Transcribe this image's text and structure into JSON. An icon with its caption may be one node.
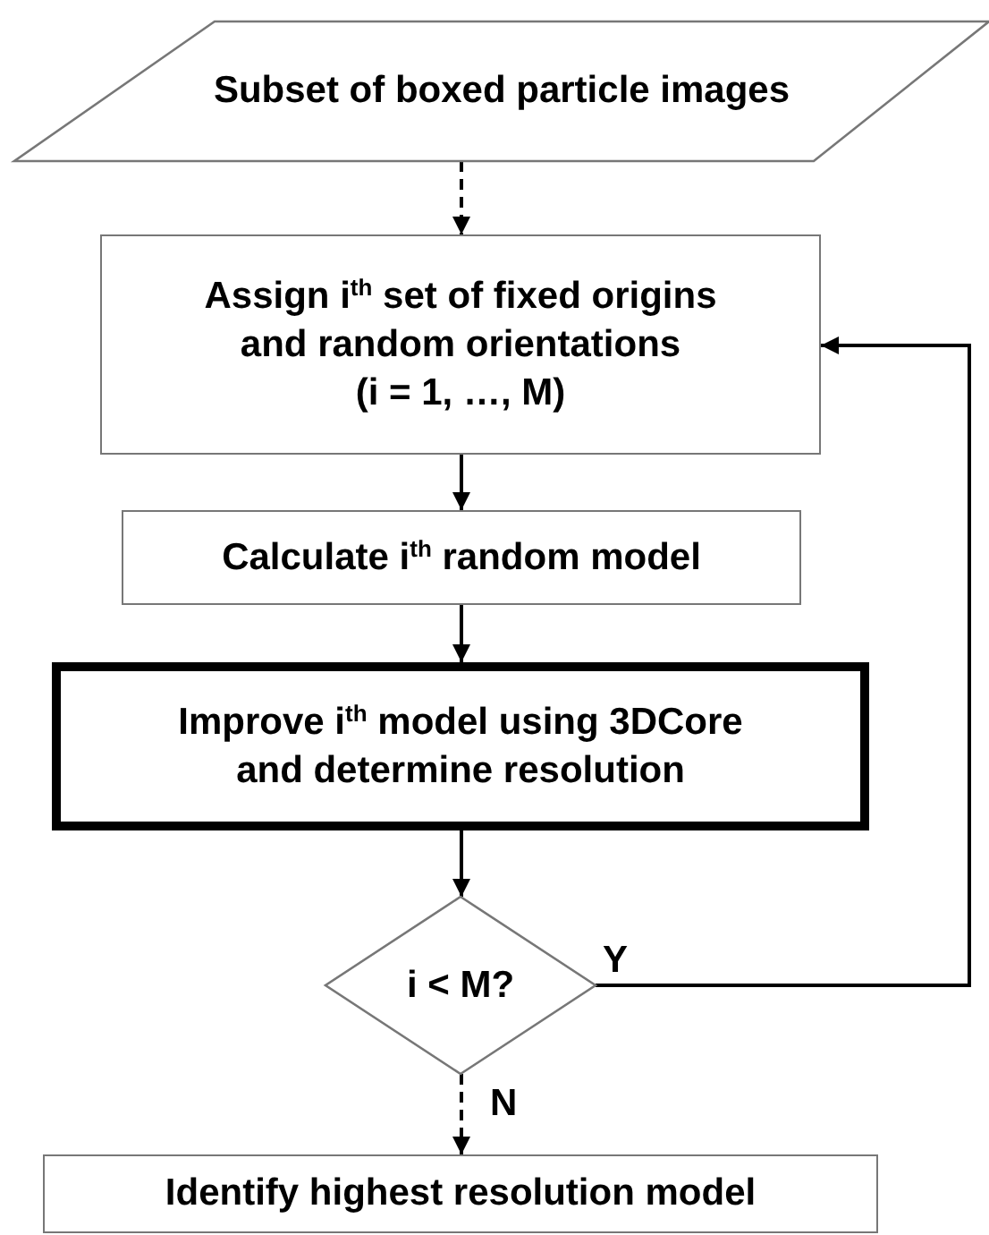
{
  "diagram": {
    "nodes": [
      {
        "text": [
          "Subset of boxed particle images"
        ]
      },
      {
        "text": [
          "Assign i$^{th}$ set of fixed origins and random orientations (i = 1, …, M)"
        ]
      },
      {
        "text": [
          "Calculate i$^{th}$ random model"
        ]
      },
      {
        "text": [
          "Improve i$^{th}$ model using 3DCore and determine resolution"
        ]
      },
      {
        "text": [
          "i < M?"
        ]
      },
      {
        "text": [
          "Identify highest resolution model"
        ]
      }
    ],
    "edges": [
      {
        "from": 0,
        "to": 1,
        "arrow": "to",
        "style": "dashed"
      },
      {
        "from": 1,
        "to": 2,
        "arrow": "to"
      },
      {
        "from": 2,
        "to": 3,
        "arrow": "to"
      },
      {
        "from": 3,
        "to": 4,
        "arrow": "to"
      },
      {
        "from": 4,
        "to": 1,
        "arrow": "to",
        "label": "Y"
      },
      {
        "from": 4,
        "to": 5,
        "arrow": "to",
        "label": "N",
        "style": "dashed"
      }
    ]
  }
}
